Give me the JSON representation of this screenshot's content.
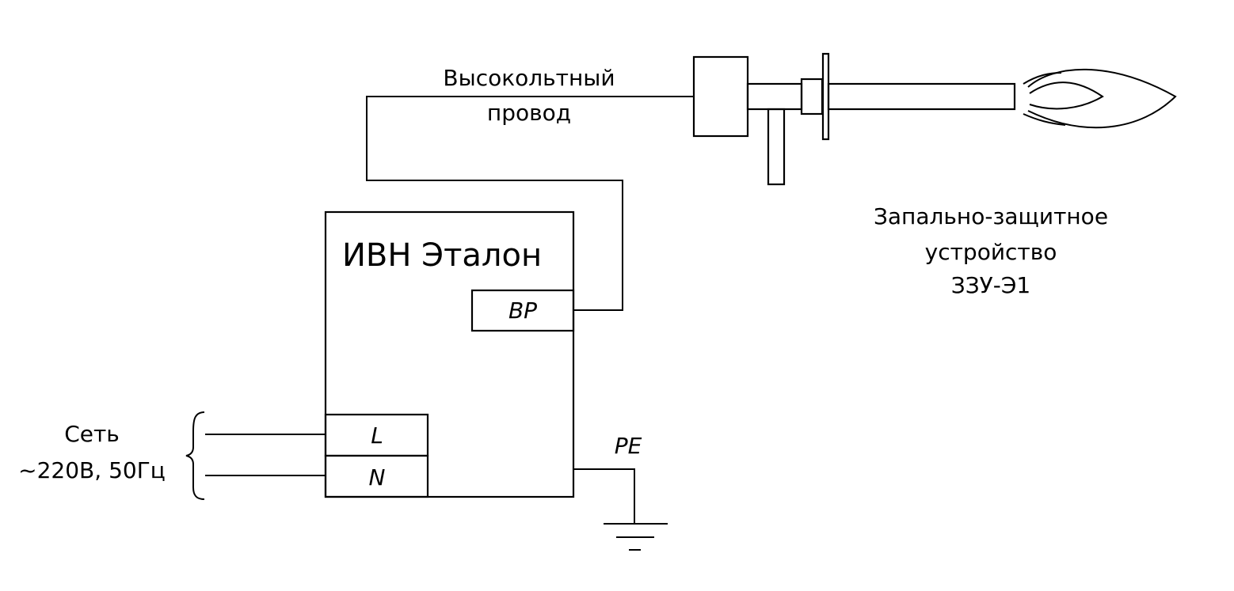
{
  "device": {
    "title": "ИВН Эталон",
    "terminals": {
      "bp": "ВР",
      "l": "L",
      "n": "N"
    }
  },
  "wire_label": {
    "line1": "Высокольтный",
    "line2": "провод"
  },
  "ignition_device": {
    "line1": "Запально-защитное",
    "line2": "устройство",
    "line3": "ЗЗУ-Э1"
  },
  "mains": {
    "line1": "Сеть",
    "line2": "~220В, 50Гц"
  },
  "ground": {
    "label": "PE"
  }
}
